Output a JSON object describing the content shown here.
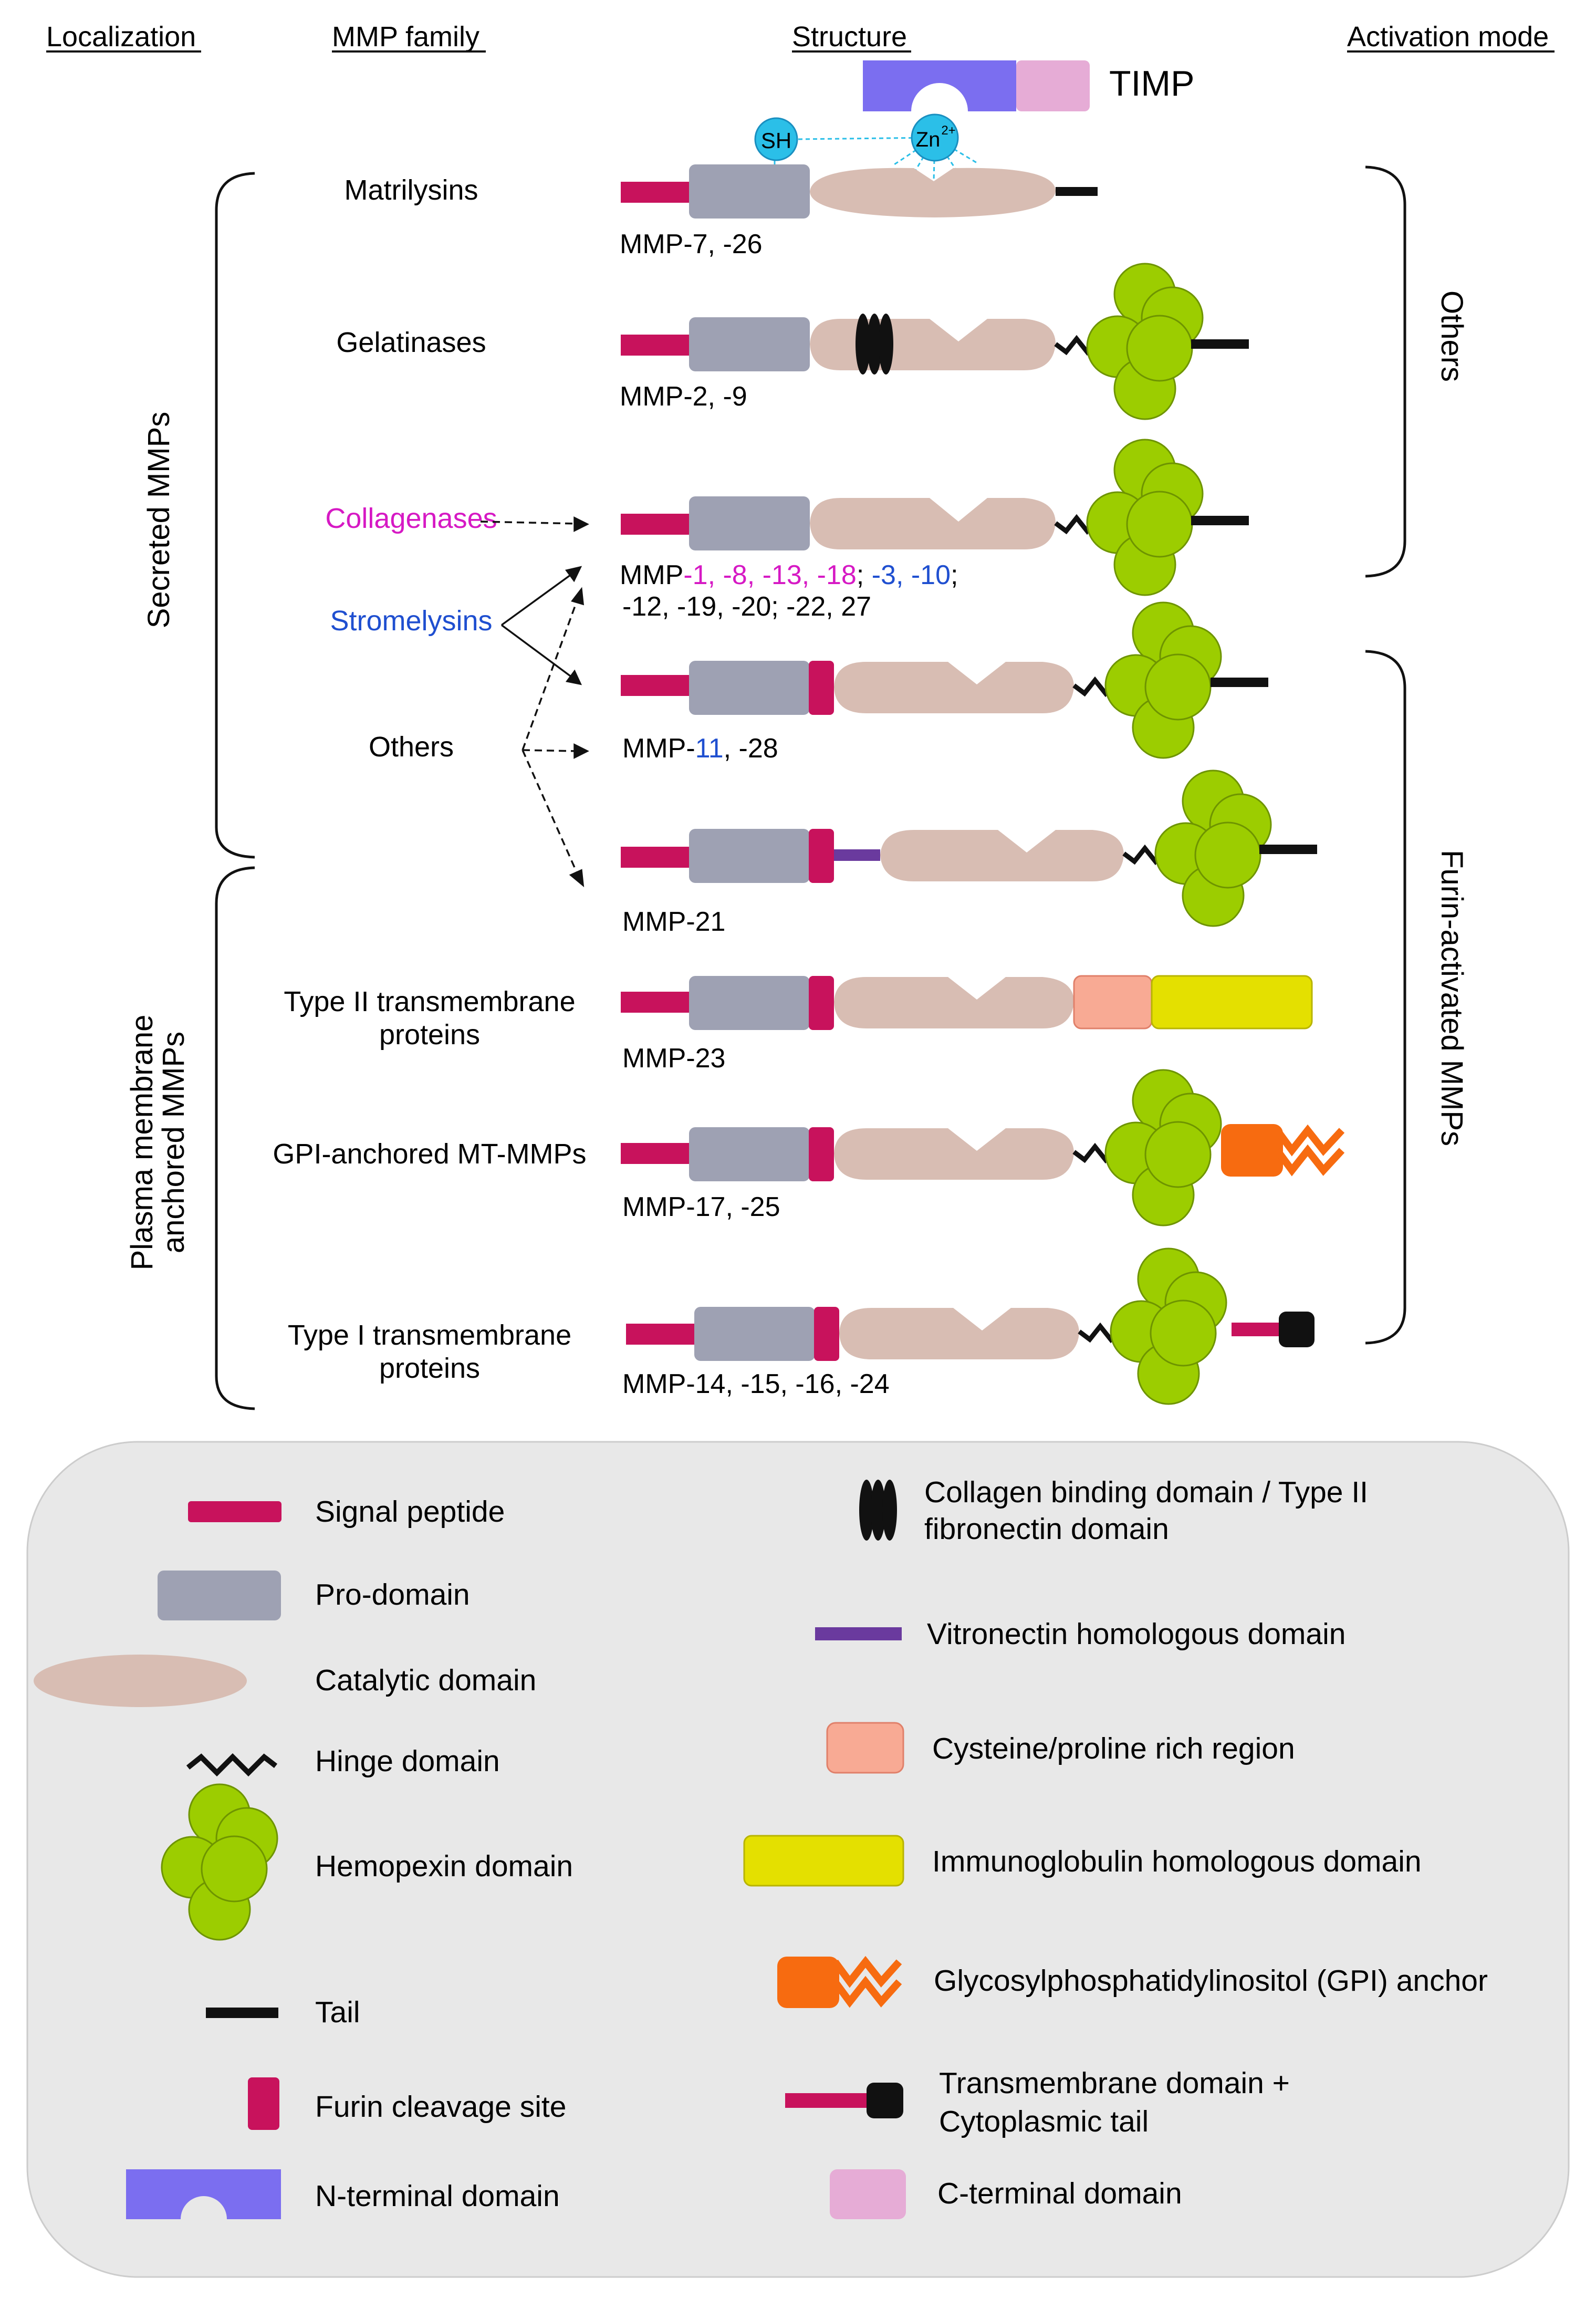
{
  "headers": {
    "localization": "Localization",
    "family": "MMP family",
    "structure": "Structure",
    "activation": "Activation mode"
  },
  "timp": {
    "label": "TIMP",
    "sh": "SH",
    "zn": "Zn",
    "zn_sup": "2+"
  },
  "localization": {
    "secreted": "Secreted MMPs",
    "plasma_line1": "Plasma membrane",
    "plasma_line2": "anchored  MMPs"
  },
  "activation": {
    "others": "Others",
    "furin": "Furin-activated MMPs"
  },
  "families": {
    "matrilysins": "Matrilysins",
    "gelatinases": "Gelatinases",
    "collagenases": "Collagenases",
    "stromelysins": "Stromelysins",
    "others": "Others",
    "type2_line1": "Type II transmembrane",
    "type2_line2": "proteins",
    "gpi": "GPI-anchored MT-MMPs",
    "type1_line1": "Type I transmembrane",
    "type1_line2": "proteins"
  },
  "members": {
    "matrilysins": "MMP-7, -26",
    "gelatinases": "MMP-2, -9",
    "group_prefix": "MMP",
    "group_magenta": "-1, -8, -13, -18",
    "group_sep1": "; ",
    "group_blue": "-3, -10",
    "group_sep2": ";",
    "group_line2": "-12, -19, -20; -22, 27",
    "mmp11_prefix": "MMP-",
    "mmp11_blue": "11",
    "mmp11_suffix": ", -28",
    "mmp21": "MMP-21",
    "mmp23": "MMP-23",
    "mmp17": "MMP-17, -25",
    "mmp14": "MMP-14, -15, -16, -24"
  },
  "legend": {
    "signal": "Signal peptide",
    "pro": "Pro-domain",
    "catalytic": "Catalytic domain",
    "hinge": "Hinge domain",
    "hemopexin": "Hemopexin domain",
    "tail": "Tail",
    "furin": "Furin cleavage site",
    "nterm": "N-terminal domain",
    "collagen_line1": "Collagen binding domain / Type II",
    "collagen_line2": "fibronectin domain",
    "vitronectin": "Vitronectin homologous domain",
    "cysteine": "Cysteine/proline rich region",
    "immuno": "Immunoglobulin homologous domain",
    "gpi": "Glycosylphosphatidylinositol (GPI) anchor",
    "tm_line1": "Transmembrane domain +",
    "tm_line2": "Cytoplasmic tail",
    "cterm": "C-terminal domain"
  },
  "colors": {
    "signal": "#c8125c",
    "pro": "#9ea1b3",
    "catalytic": "#d8bdb3",
    "hemopexin": "#9ccd00",
    "furin": "#c8125c",
    "vitronectin": "#6a3a9e",
    "cysteine": "#f8aa94",
    "immuno": "#e4e000",
    "gpi": "#f76b10",
    "nterm": "#7b6ef0",
    "cterm": "#e6acd6",
    "zn": "#2bbfe8",
    "magenta": "#d619c4",
    "blue": "#1f4fd0",
    "legend_bg": "#e8e8e8"
  }
}
